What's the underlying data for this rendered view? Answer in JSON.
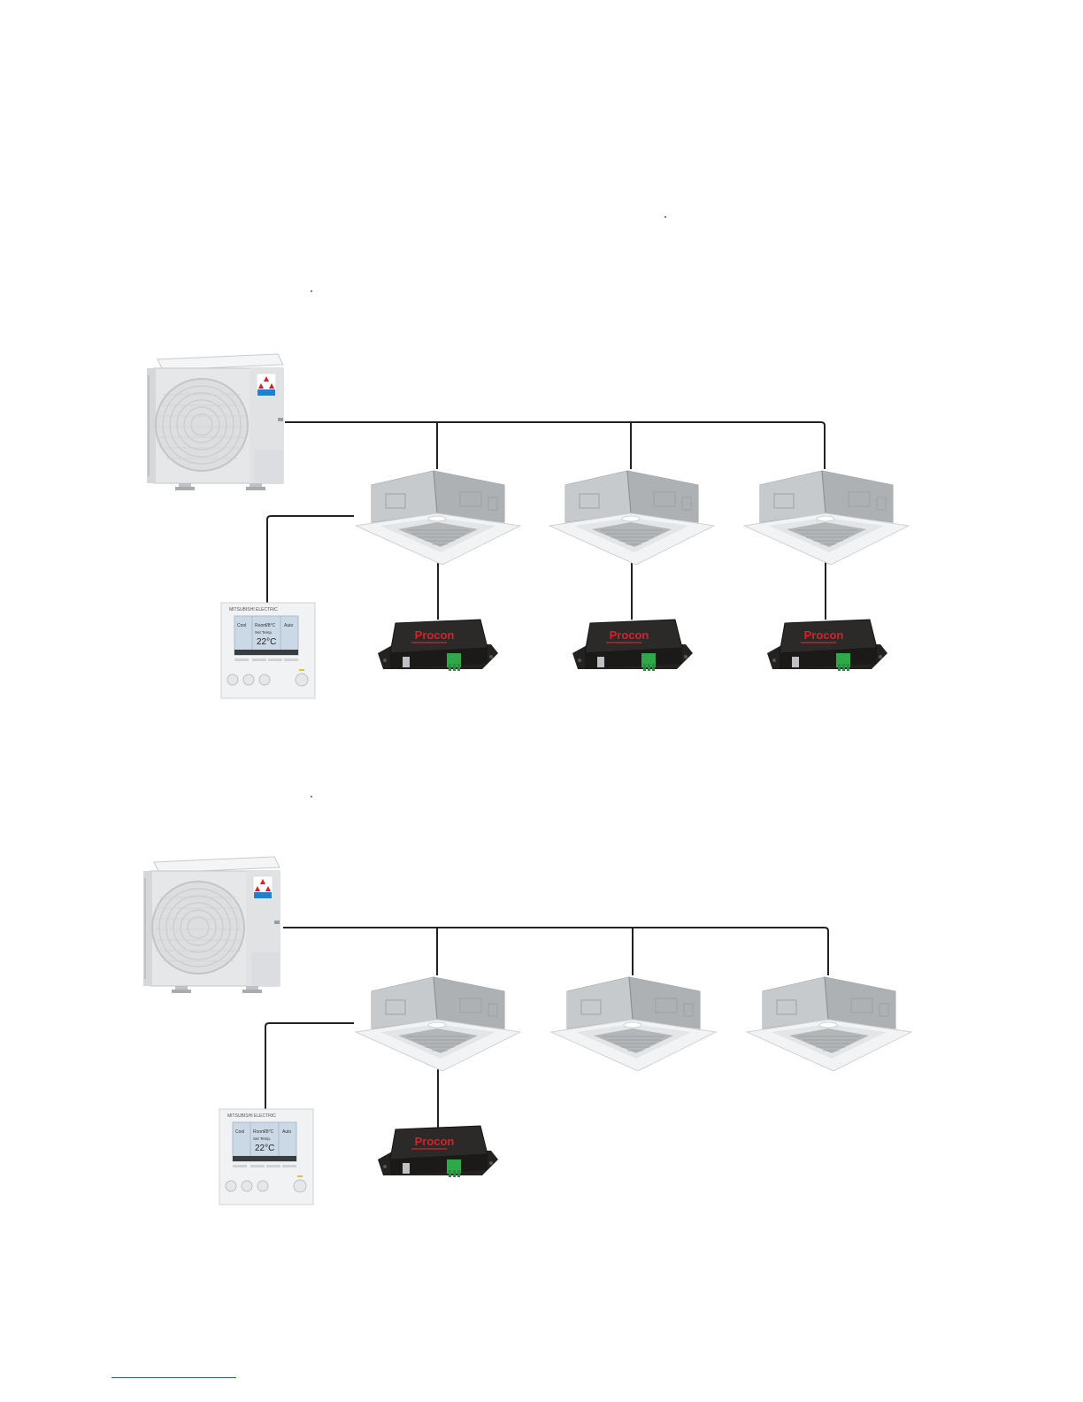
{
  "colors": {
    "line": "#222222",
    "unit_body": "#e6e7e8",
    "cassette_body": "#b9bcbf",
    "cassette_panel": "#f2f3f4",
    "procon_body": "#2b2a29",
    "procon_text": "#d6202a",
    "terminal": "#2fa84a",
    "footnote_rule": "#2b55c8"
  },
  "icons": {
    "outdoor_unit": "outdoor-unit-icon",
    "cassette": "ceiling-cassette-icon",
    "controller": "wired-controller-icon",
    "interface": "procon-interface-icon"
  },
  "labels": {
    "procon": "Procon",
    "controller_brand": "MITSUBISHI ELECTRIC",
    "controller_room": "Room",
    "controller_room_temp": "28°C",
    "controller_set_temp_label": "Set Temp.",
    "controller_set_temp": "22°C",
    "controller_mode": "Cool",
    "controller_fan": "Auto"
  },
  "diagrams": [
    {
      "id": "diagram-1",
      "cassettes": 3,
      "interfaces": [
        true,
        true,
        true
      ]
    },
    {
      "id": "diagram-2",
      "cassettes": 3,
      "interfaces": [
        true,
        false,
        false
      ]
    }
  ]
}
